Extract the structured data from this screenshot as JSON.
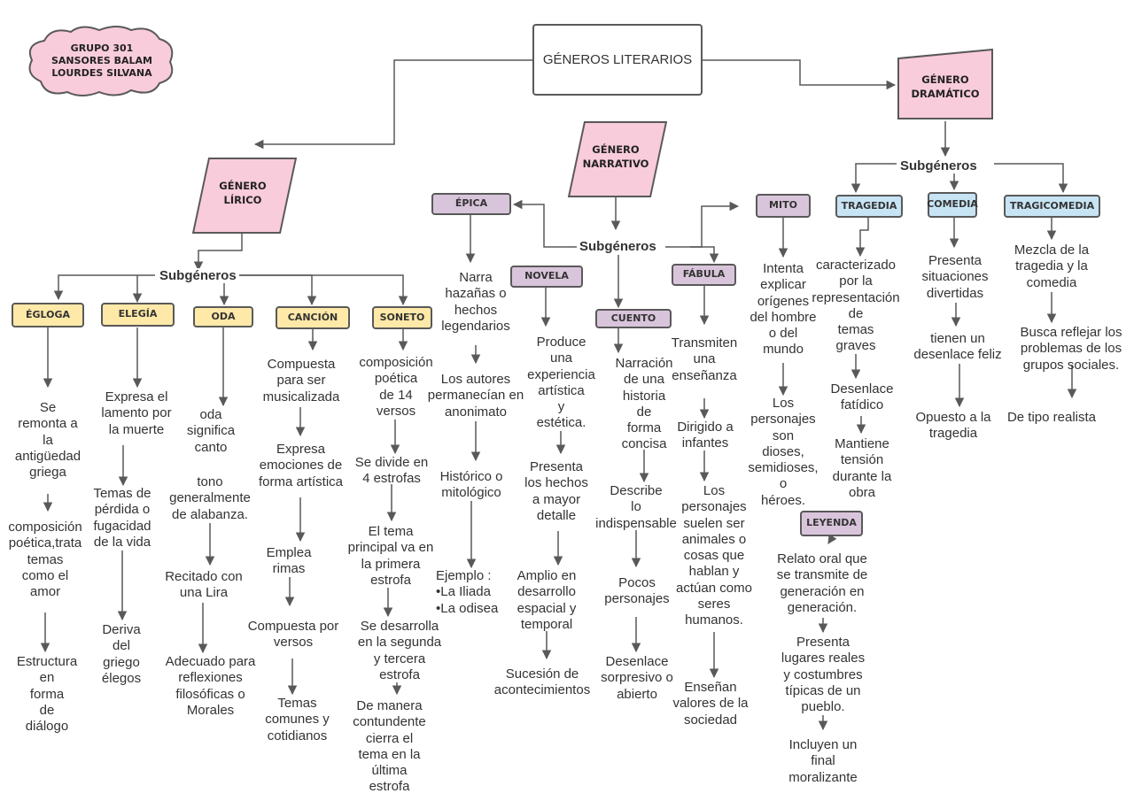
{
  "title": "GÉNEROS LITERARIOS",
  "cloud": {
    "line1": "GRUPO 301",
    "line2": "SANSORES BALAM",
    "line3": "LOURDES SILVANA"
  },
  "subgeneros_label": "Subgéneros",
  "lirico": {
    "title": "GÉNERO\nLÍRICO",
    "subgeneros": "Subgéneros",
    "egloga": {
      "label": "ÉGLOGA",
      "t1": "Se\nremonta a\nla\nantigüedad\ngriega",
      "t2": "composición\npoética,trata\ntemas\ncomo el\namor",
      "t3": "Estructura\nen\nforma\nde\ndiálogo"
    },
    "elegia": {
      "label": "ELEGÍA",
      "t1": "Expresa el\nlamento por\nla muerte",
      "t2": "Temas de\npérdida o\nfugacidad\nde la vida",
      "t3": "Deriva\ndel\ngriego\nélegos"
    },
    "oda": {
      "label": "ODA",
      "t1": "oda\nsignifica\ncanto",
      "t2": "tono\ngeneralmente\nde alabanza.",
      "t3": "Recitado con\nuna Lira",
      "t4": "Adecuado para\nreflexiones\nfilosóficas o\nMorales"
    },
    "cancion": {
      "label": "CANCIÓN",
      "t1": "Compuesta\npara ser\nmusicalizada",
      "t2": "Expresa\nemociones de\nforma artística",
      "t3": "Emplea\nrimas",
      "t4": "Compuesta por\nversos",
      "t5": "Temas\ncomunes y\ncotidianos"
    },
    "soneto": {
      "label": "SONETO",
      "t1": "composición\npoética\nde 14\nversos",
      "t2": "Se divide en\n4 estrofas",
      "t3": "El tema\nprincipal va en\nla primera\nestrofa",
      "t4": "Se desarrolla\nen la segunda\ny tercera\nestrofa",
      "t5": "De manera\ncontundente\ncierra el\ntema en la\núltima\nestrofa"
    }
  },
  "narrativo": {
    "title": "GÉNERO\nNARRATIVO",
    "subgeneros": "Subgéneros",
    "epica": {
      "label": "ÉPICA",
      "t1": "Narra\nhazañas o\nhechos\nlegendarios",
      "t2": "Los autores\npermanecían en\nanonimato",
      "t3": "Histórico o\nmitológico",
      "t4": "Ejemplo :\n•La Iliada\n•La odisea"
    },
    "novela": {
      "label": "NOVELA",
      "t1": "Produce\nuna\nexperiencia\nartística\ny\nestética.",
      "t2": "Presenta\nlos hechos\na mayor\ndetalle",
      "t3": "Amplio en\ndesarrollo\nespacial y\ntemporal",
      "t4": "Sucesión de\nacontecimientos"
    },
    "cuento": {
      "label": "CUENTO",
      "t1": "Narración\nde una\nhistoria\nde\nforma\nconcisa",
      "t2": "Describe\nlo\nindispensable",
      "t3": "Pocos\npersonajes",
      "t4": "Desenlace\nsorpresivo o\nabierto"
    },
    "fabula": {
      "label": "FÁBULA",
      "t1": "Transmiten\nuna\nenseñanza",
      "t2": "Dirigido a\ninfantes",
      "t3": "Los\npersonajes\nsuelen ser\nanimales o\ncosas  que\nhablan y\nactúan como\nseres\nhumanos.",
      "t4": "Enseñan\nvalores de la\nsociedad"
    },
    "mito": {
      "label": "MITO",
      "t1": "Intenta\nexplicar\norígenes\ndel hombre\no del\nmundo",
      "t2": "Los\npersonajes\nson\ndioses,\nsemidioses,\no\nhéroes."
    },
    "leyenda": {
      "label": "LEYENDA",
      "t1": "Relato oral que\nse transmite de\ngeneración en\ngeneración.",
      "t2": "Presenta\nlugares reales\ny costumbres\ntípicas de un\npueblo.",
      "t3": "Incluyen un\nfinal\nmoralizante"
    }
  },
  "dramatico": {
    "title": "GÉNERO\nDRAMÁTICO",
    "subgeneros": "Subgéneros",
    "tragedia": {
      "label": "TRAGEDIA",
      "t1": "caracterizado\npor la\nrepresentación\nde\ntemas\ngraves",
      "t2": "Desenlace\nfatídico",
      "t3": "Mantiene\ntensión\ndurante la\nobra"
    },
    "comedia": {
      "label": "COMEDIA",
      "t1": "Presenta\nsituaciones\ndivertidas",
      "t2": "tienen un\ndesenlace feliz",
      "t3": "Opuesto a la\ntragedia"
    },
    "tragicomedia": {
      "label": "TRAGICOMEDIA",
      "t1": "Mezcla de la\ntragedia y la\ncomedia",
      "t2": "Busca reflejar los\nproblemas de los\ngrupos sociales.",
      "t3": "De tipo realista"
    }
  },
  "colors": {
    "pink": "#f9ccdb",
    "yellow": "#ffe9a8",
    "purple": "#d9c5db",
    "blue": "#c7e4f4",
    "line": "#595959"
  }
}
